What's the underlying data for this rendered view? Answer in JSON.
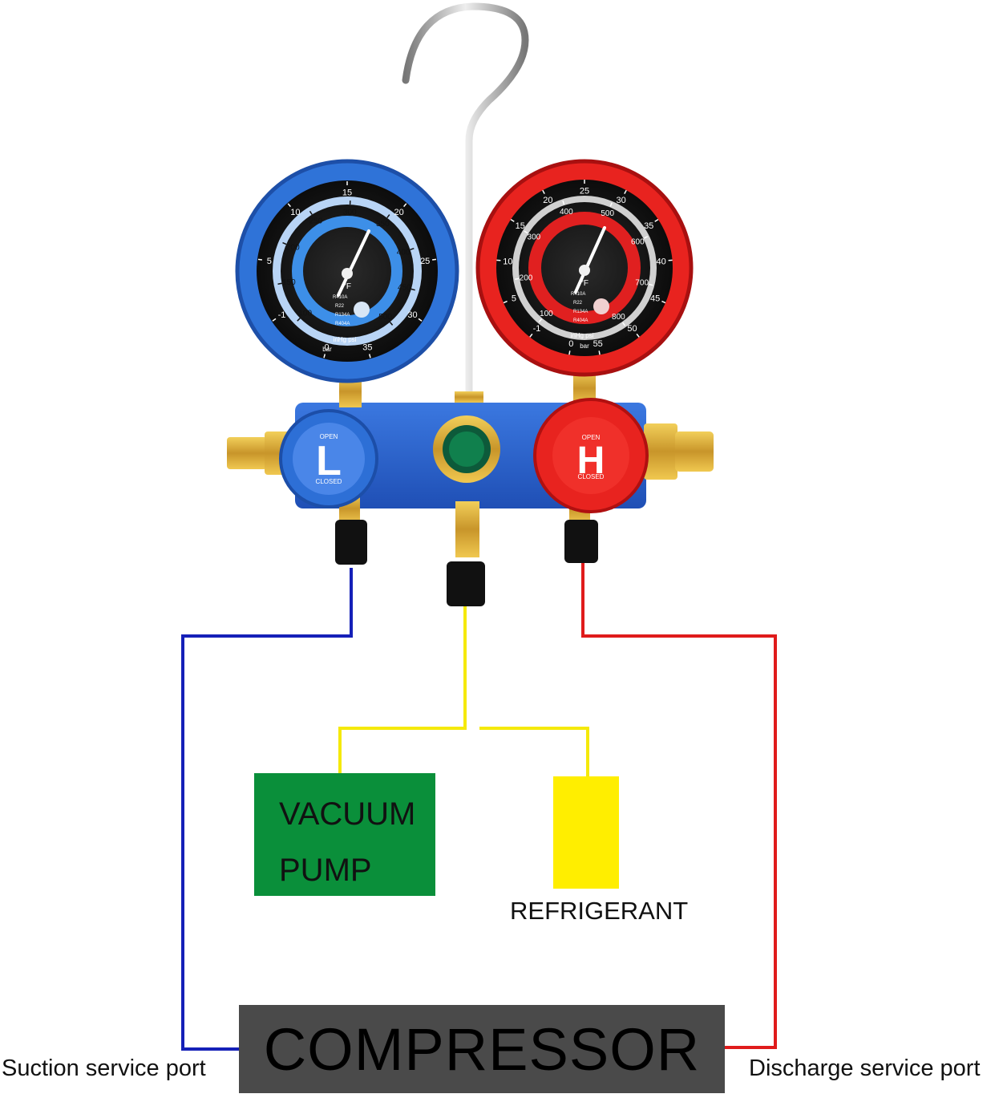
{
  "diagram": {
    "gauges": {
      "low": {
        "letter": "L",
        "knob_top": "OPEN",
        "knob_bottom": "CLOSED",
        "color": "#2f73d8",
        "units": "inHg psi",
        "unit_bar": "bar",
        "refrigerants": [
          "R410A",
          "R22",
          "R134A",
          "R404A"
        ],
        "bar_scale": [
          "0",
          "-1",
          "5",
          "10",
          "15",
          "20",
          "25",
          "30",
          "35"
        ],
        "psi_scale": [
          "100",
          "150",
          "200",
          "250",
          "300",
          "350",
          "400",
          "450",
          "500"
        ],
        "temp_unit": "°F"
      },
      "high": {
        "letter": "H",
        "knob_top": "OPEN",
        "knob_bottom": "CLOSED",
        "color": "#e8231f",
        "units": "inHg psi",
        "unit_bar": "bar",
        "refrigerants": [
          "R410A",
          "R22",
          "R134A",
          "R404A"
        ],
        "bar_scale": [
          "0",
          "-1",
          "5",
          "10",
          "15",
          "20",
          "25",
          "30",
          "35",
          "40",
          "45",
          "50",
          "55"
        ],
        "psi_scale": [
          "100",
          "200",
          "300",
          "400",
          "500",
          "600",
          "700",
          "800"
        ],
        "temp_unit": "°F"
      }
    },
    "colors": {
      "suction_line": "#1520b8",
      "discharge_line": "#e01b1b",
      "charge_line": "#f5e90a",
      "vacuum_pump": "#0a8f3a",
      "refrigerant": "#ffee00",
      "compressor": "#4a4a4a",
      "manifold": "#2e66d0"
    },
    "vacuum_pump": {
      "line1": "VACUUM",
      "line2": "PUMP"
    },
    "refrigerant": {
      "label": "REFRIGERANT"
    },
    "compressor": {
      "label": "COMPRESSOR"
    },
    "ports": {
      "suction": "Suction service port",
      "discharge": "Discharge service port"
    }
  }
}
